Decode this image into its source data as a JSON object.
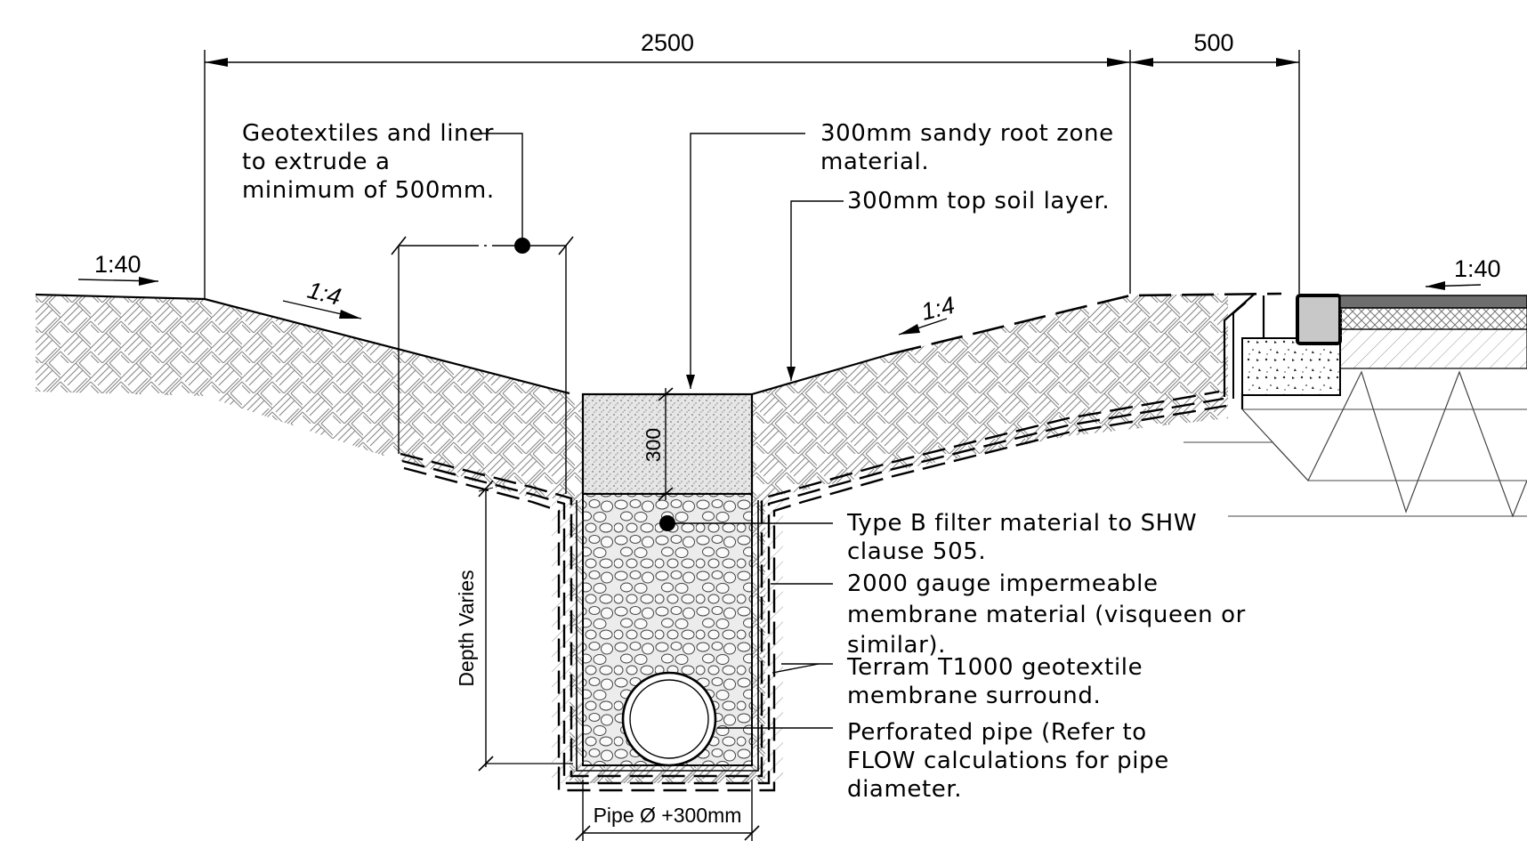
{
  "dimensions": {
    "width_main": "2500",
    "width_verge": "500",
    "root_zone_depth": "300",
    "depth_note": "Depth Varies",
    "trench_width": "Pipe Ø +300mm"
  },
  "slopes": {
    "left_fall": "1:40",
    "left_batter": "1:4",
    "right_batter": "1:4",
    "right_fall": "1:40"
  },
  "notes": {
    "geotextile": [
      "Geotextiles and liner",
      "to extrude a",
      "minimum of 500mm."
    ],
    "root_zone": [
      "300mm sandy root zone",
      "material."
    ],
    "topsoil": [
      "300mm top soil layer."
    ],
    "filter": [
      "Type B filter material to SHW",
      "clause 505."
    ],
    "membrane": [
      "2000 gauge impermeable",
      "membrane material (visqueen or",
      "similar)."
    ],
    "terram": [
      "Terram T1000 geotextile",
      "membrane surround."
    ],
    "pipe": [
      "Perforated pipe (Refer to",
      "FLOW calculations for pipe",
      "diameter."
    ]
  },
  "colors": {
    "line": "#000000",
    "kerb_fill": "#c8c8c8",
    "surface_fill": "#6e6e6e",
    "sand_fill": "#d4d4d4"
  }
}
